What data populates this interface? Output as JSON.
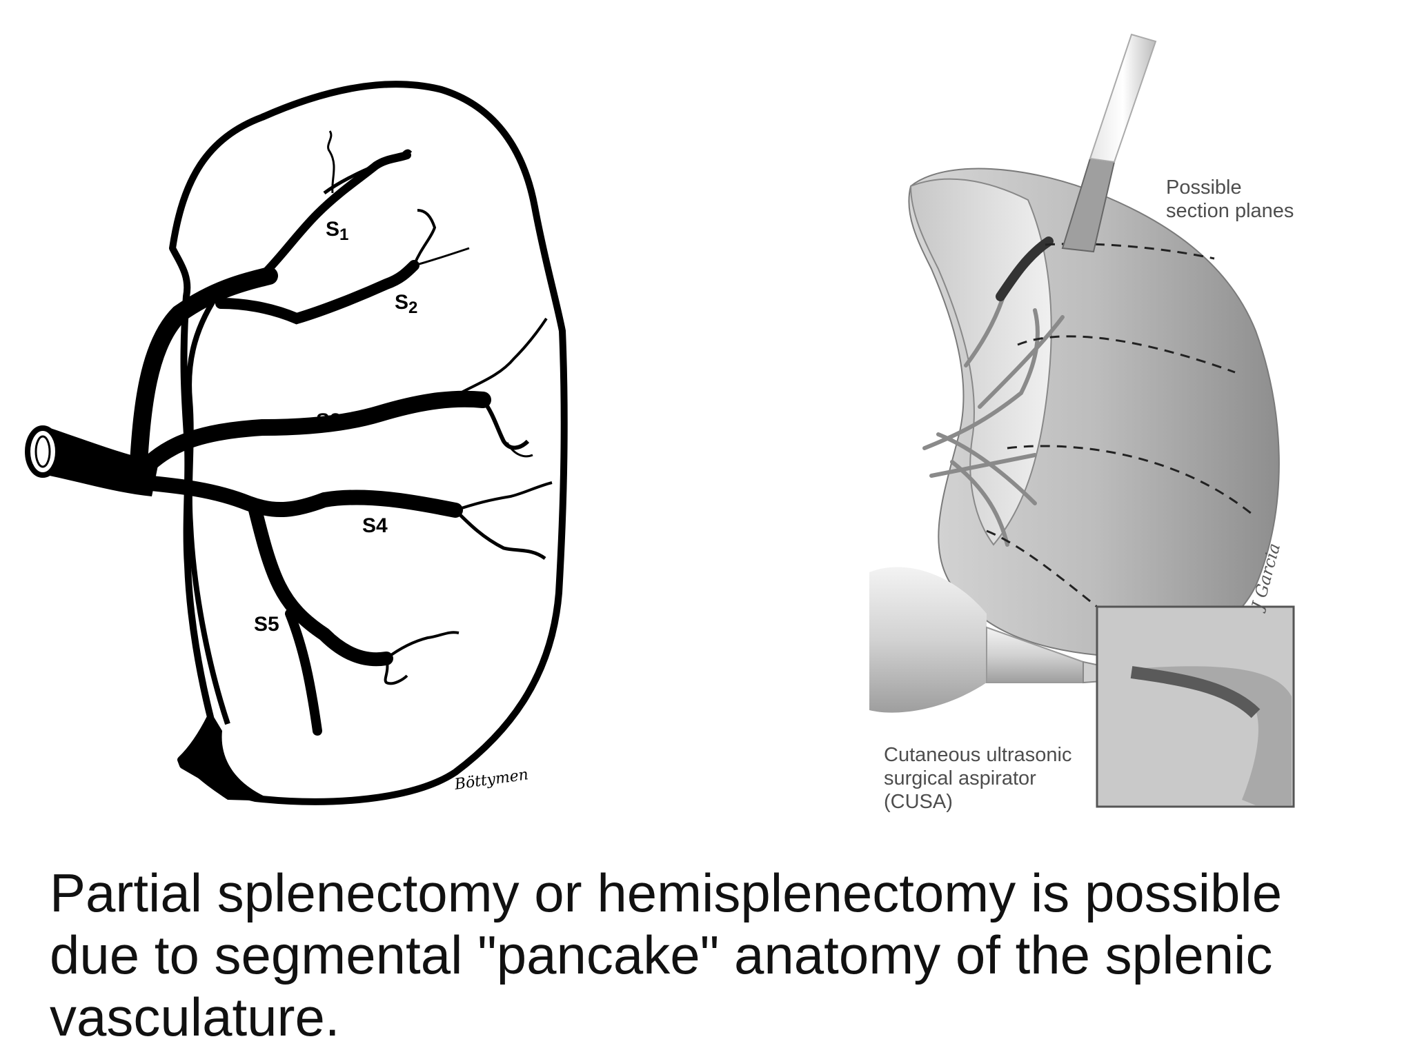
{
  "diagram": {
    "segments": [
      {
        "main": "S",
        "sub": "1"
      },
      {
        "main": "S",
        "sub": "2"
      },
      {
        "main": "S",
        "sub": "3"
      },
      {
        "main": "S",
        "sub": "4"
      },
      {
        "main": "S",
        "sub": "5"
      }
    ],
    "artist_signature": "Böttymen"
  },
  "illustration": {
    "section_planes_label": "Possible\nsection planes",
    "cusa_label": "Cutaneous ultrasonic\nsurgical aspirator\n(CUSA)",
    "artist_signature": "J Garcia"
  },
  "caption": "Partial splenectomy or hemisplenectomy is possible due to segmental \"pancake\" anatomy of the splenic vasculature."
}
